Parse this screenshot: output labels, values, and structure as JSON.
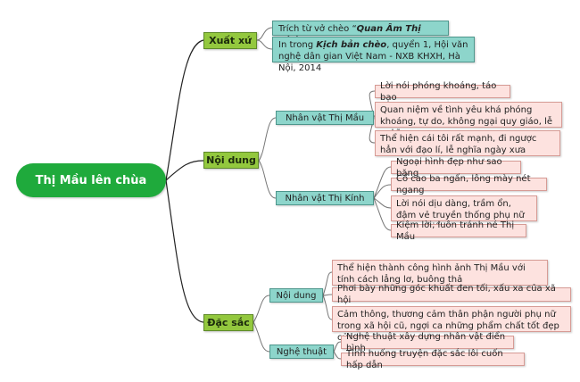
{
  "root": {
    "label": "Thị Mầu lên chùa"
  },
  "xuat_xu": {
    "label": "Xuất xứ",
    "source_line": {
      "prefix": "Trích từ vở chèo “",
      "title": "Quan Âm Thị Kính",
      "suffix": "”"
    },
    "publication_line": {
      "prefix": "In trong ",
      "book": "Kịch bản chèo",
      "suffix": ", quyển 1, Hội văn nghệ dân gian Việt Nam - NXB KHXH, Hà Nội, 2014"
    }
  },
  "noi_dung": {
    "label": "Nội dung",
    "thi_mau": {
      "label": "Nhân vật Thị Mầu",
      "points": [
        "Lời nói phóng khoáng, táo bạo",
        "Quan niệm về tình yêu khá phóng khoáng, tự do, không ngại quy giáo, lễ nghĩa",
        "Thể hiện cái tôi rất mạnh, đi ngược hẳn với đạo lí, lễ nghĩa ngày xưa"
      ]
    },
    "thi_kinh": {
      "label": "Nhân vật Thị Kính",
      "points": [
        "Ngoại hình đẹp như sao băng",
        "Cổ cao ba ngấn, lông mày nét ngang",
        "Lời nói dịu dàng, trầm ổn, đậm vẻ truyền thống phụ nữ phong kiến",
        "Kiệm lời, luôn tránh né Thị Mầu"
      ]
    }
  },
  "dac_sac": {
    "label": "Đặc sắc",
    "noi_dung": {
      "label": "Nội dung",
      "points": [
        "Thể hiện thành công hình ảnh Thị Mầu với tính cách lẳng lơ, buông thả",
        "Phơi bày những góc khuất đen tối, xấu xa của xã hội",
        "Cảm thông, thương cảm thân phận người phụ nữ trong xã hội cũ, ngợi ca những phẩm chất tốt đẹp của họ"
      ]
    },
    "nghe_thuat": {
      "label": "Nghệ thuật",
      "points": [
        "Nghệ thuật xây dựng nhân vật điển hình",
        "Tình huống truyện đặc sắc lôi cuốn hấp dẫn"
      ]
    }
  }
}
